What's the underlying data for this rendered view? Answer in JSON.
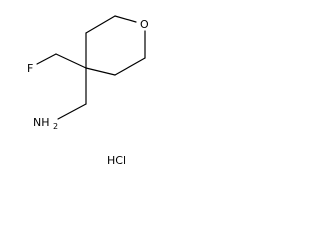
{
  "structure": {
    "atoms": {
      "oxygen": "O",
      "fluorine": "F",
      "amine": "NH",
      "amine_subscript": "2"
    },
    "salt": "HCl"
  }
}
